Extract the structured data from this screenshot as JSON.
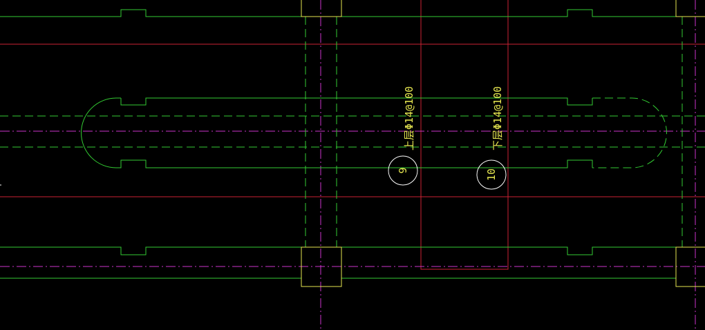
{
  "drawing": {
    "background": "#000000",
    "colors": {
      "green": "#33cc33",
      "red": "#cc2233",
      "magenta": "#cc33cc",
      "yellow": "#e6e650",
      "white": "#ffffff"
    },
    "annotations": {
      "rebar_top": "上层Φ14@100",
      "rebar_bottom": "下层Φ14@100",
      "tag_9": "9",
      "tag_10": "10"
    }
  }
}
